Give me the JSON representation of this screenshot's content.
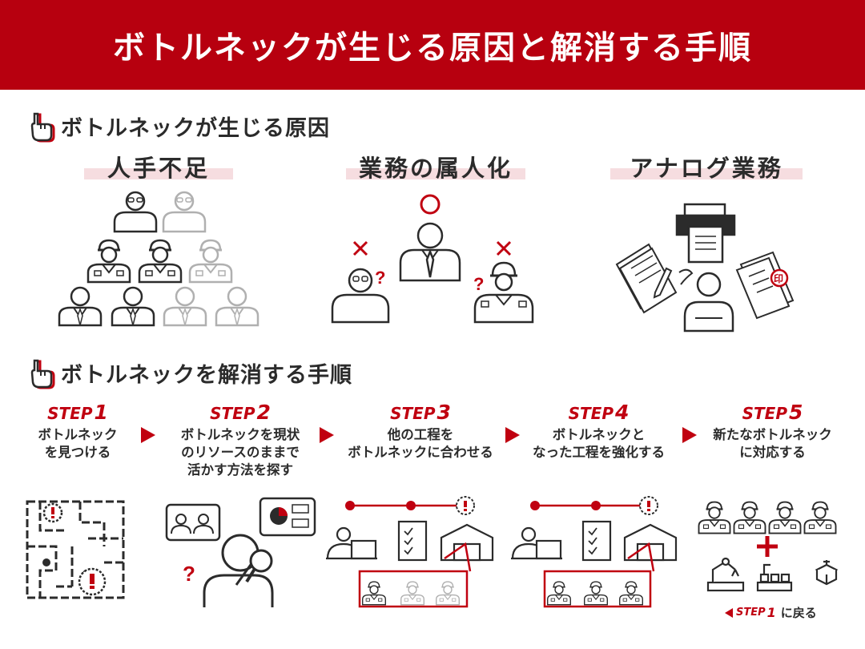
{
  "title": "ボトルネックが生じる原因と解消する手順",
  "causes": {
    "heading": "ボトルネックが生じる原因",
    "items": [
      {
        "label": "人手不足"
      },
      {
        "label": "業務の属人化"
      },
      {
        "label": "アナログ業務"
      }
    ],
    "marks": {
      "circle": "○",
      "cross": "×",
      "question": "?",
      "seal": "印"
    }
  },
  "steps": {
    "heading": "ボトルネックを解消する手順",
    "step_word": "STEP",
    "items": [
      {
        "num": "1",
        "desc": "ボトルネック\nを見つける"
      },
      {
        "num": "2",
        "desc": "ボトルネックを現状\nのリソースのままで\n活かす方法を探す"
      },
      {
        "num": "3",
        "desc": "他の工程を\nボトルネックに合わせる"
      },
      {
        "num": "4",
        "desc": "ボトルネックと\nなった工程を強化する"
      },
      {
        "num": "5",
        "desc": "新たなボトルネック\nに対応する"
      }
    ],
    "back": {
      "step_word": "STEP",
      "num": "1",
      "text": "に戻る"
    }
  },
  "colors": {
    "accent": "#b7000f",
    "text": "#2b2b2b",
    "highlight": "#f6dde0",
    "gray": "#b0b0b0"
  }
}
